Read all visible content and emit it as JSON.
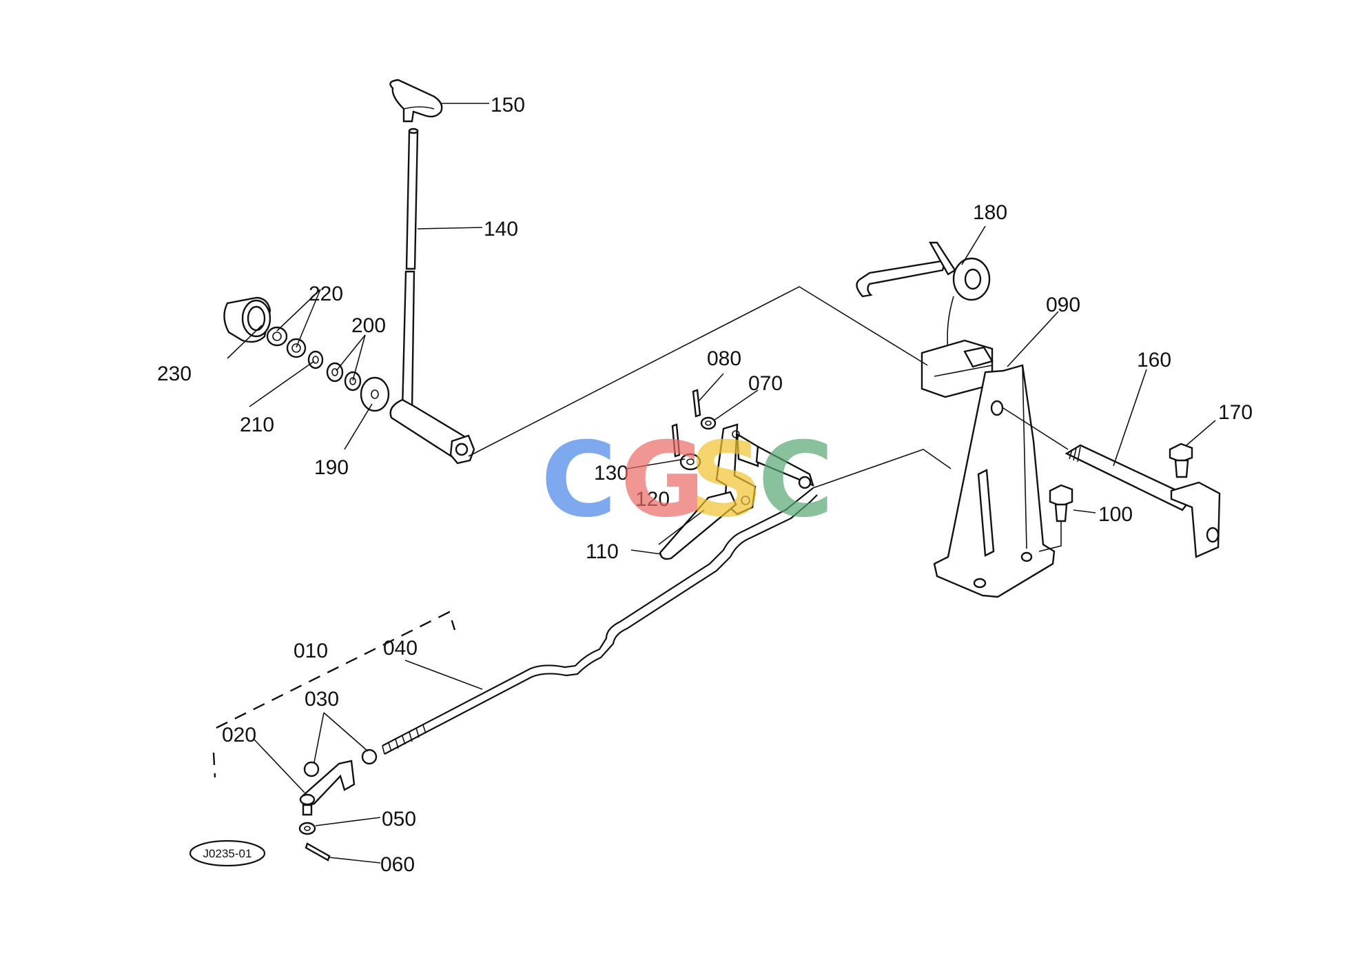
{
  "diagram": {
    "parts": [
      {
        "id": "p010",
        "label": "010"
      },
      {
        "id": "p020",
        "label": "020"
      },
      {
        "id": "p030",
        "label": "030"
      },
      {
        "id": "p040",
        "label": "040"
      },
      {
        "id": "p050",
        "label": "050"
      },
      {
        "id": "p060",
        "label": "060"
      },
      {
        "id": "p070",
        "label": "070"
      },
      {
        "id": "p080",
        "label": "080"
      },
      {
        "id": "p090",
        "label": "090"
      },
      {
        "id": "p100",
        "label": "100"
      },
      {
        "id": "p110",
        "label": "110"
      },
      {
        "id": "p120",
        "label": "120"
      },
      {
        "id": "p130",
        "label": "130"
      },
      {
        "id": "p140",
        "label": "140"
      },
      {
        "id": "p150",
        "label": "150"
      },
      {
        "id": "p160",
        "label": "160"
      },
      {
        "id": "p170",
        "label": "170"
      },
      {
        "id": "p180",
        "label": "180"
      },
      {
        "id": "p190",
        "label": "190"
      },
      {
        "id": "p200",
        "label": "200"
      },
      {
        "id": "p210",
        "label": "210"
      },
      {
        "id": "p220",
        "label": "220"
      },
      {
        "id": "p230",
        "label": "230"
      }
    ],
    "reference_code": "J0235-01"
  },
  "watermark": {
    "letters": [
      "C",
      "G",
      "S",
      "C"
    ],
    "colors": [
      "#4a86e8",
      "#ea6b66",
      "#f1c232",
      "#57a773"
    ]
  }
}
